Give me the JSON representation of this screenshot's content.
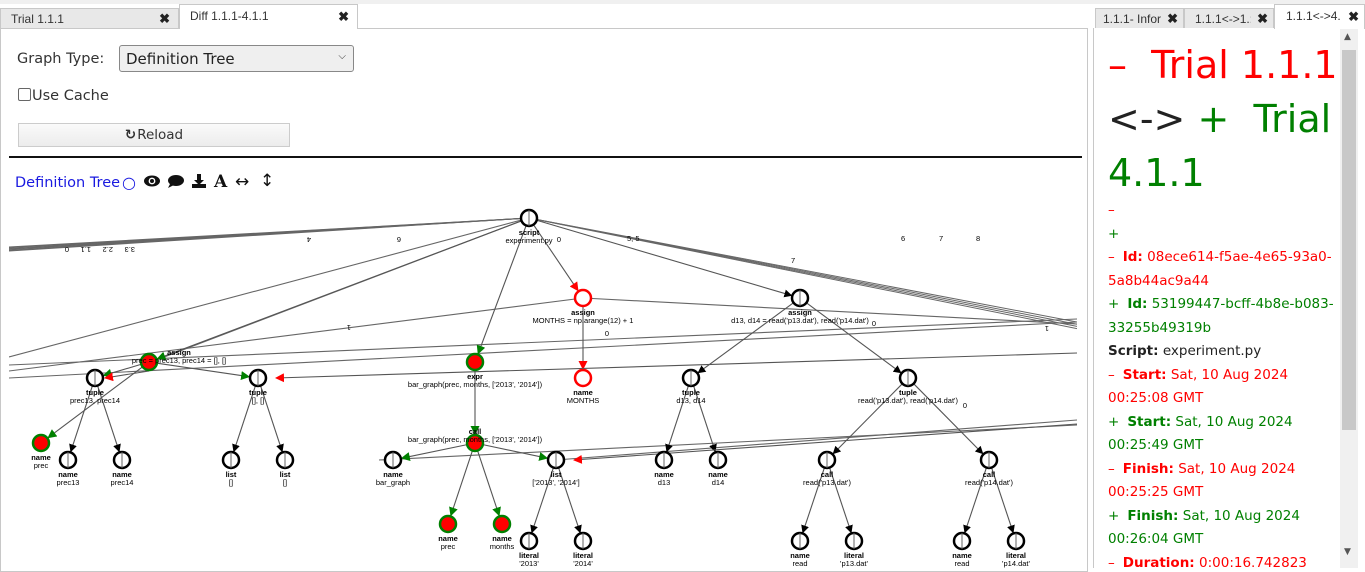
{
  "left_tabs": [
    {
      "label": "Trial 1.1.1",
      "active": false
    },
    {
      "label": "Diff 1.1.1-4.1.1",
      "active": true
    }
  ],
  "right_tabs": [
    {
      "label": "1.1.1- Infor",
      "active": false
    },
    {
      "label": "1.1.1<->1.:",
      "active": false
    },
    {
      "label": "1.1.1<->4.",
      "active": true
    }
  ],
  "close_glyph": "✖",
  "graph_type": {
    "label": "Graph Type:",
    "selected": "Definition Tree"
  },
  "use_cache": {
    "label": "Use Cache",
    "checked": false
  },
  "reload_label": "Reload",
  "graph_title": "Definition Tree",
  "toolbar_icons": [
    "circle-icon",
    "eye-icon",
    "comment-icon",
    "download-icon",
    "font-icon",
    "horizontal-arrows-icon",
    "vertical-arrows-icon"
  ],
  "colors": {
    "removed": "#ff0000",
    "added": "#008000",
    "title_blue": "#1a1ae0"
  },
  "diff_info": {
    "title_minus": "–",
    "title_left": "Trial 1.1.1",
    "title_arrow": "<->",
    "title_plus": "+",
    "title_right_1": "Trial",
    "title_right_2": "4.1.1",
    "blank_minus": "–",
    "blank_plus": "+",
    "rows": [
      {
        "sign": "–",
        "key": "Id:",
        "value": "08ece614-f5ae-4e65-93a0-5a8b44ac9a44",
        "kind": "removed"
      },
      {
        "sign": "+",
        "key": "Id:",
        "value": "53199447-bcff-4b8e-b083-33255b49319b",
        "kind": "added"
      },
      {
        "sign": "",
        "key": "Script:",
        "value": "experiment.py",
        "kind": "same"
      },
      {
        "sign": "–",
        "key": "Start:",
        "value": "Sat, 10 Aug 2024 00:25:08 GMT",
        "kind": "removed"
      },
      {
        "sign": "+",
        "key": "Start:",
        "value": "Sat, 10 Aug 2024 00:25:49 GMT",
        "kind": "added"
      },
      {
        "sign": "–",
        "key": "Finish:",
        "value": "Sat, 10 Aug 2024 00:25:25 GMT",
        "kind": "removed"
      },
      {
        "sign": "+",
        "key": "Finish:",
        "value": "Sat, 10 Aug 2024 00:26:04 GMT",
        "kind": "added"
      },
      {
        "sign": "–",
        "key": "Duration:",
        "value": "0:00:16.742823",
        "kind": "removed"
      }
    ]
  },
  "tree": {
    "nodes": [
      {
        "id": "script",
        "type": "script",
        "label": "experiment.py",
        "status": "same"
      },
      {
        "id": "assign_months",
        "type": "assign",
        "label": "MONTHS = np.arange(12) + 1",
        "status": "removed"
      },
      {
        "id": "name_months_upper",
        "type": "name",
        "label": "MONTHS",
        "status": "removed"
      },
      {
        "id": "assign_prec",
        "type": "assign",
        "label": "prec = prec13, prec14 = [], []",
        "status": "added"
      },
      {
        "id": "tuple_prec",
        "type": "tuple",
        "label": "prec13, prec14",
        "status": "same"
      },
      {
        "id": "tuple_lists",
        "type": "tuple",
        "label": "[], []",
        "status": "same"
      },
      {
        "id": "name_prec_a",
        "type": "name",
        "label": "prec",
        "status": "added"
      },
      {
        "id": "name_prec13",
        "type": "name",
        "label": "prec13",
        "status": "same"
      },
      {
        "id": "name_prec14",
        "type": "name",
        "label": "prec14",
        "status": "same"
      },
      {
        "id": "list_a",
        "type": "list",
        "label": "[]",
        "status": "same"
      },
      {
        "id": "list_b",
        "type": "list",
        "label": "[]",
        "status": "same"
      },
      {
        "id": "expr",
        "type": "expr",
        "label": "bar_graph(prec, months, ['2013', '2014'])",
        "status": "added"
      },
      {
        "id": "call_bar",
        "type": "call",
        "label": "bar_graph(prec, months, ['2013', '2014'])",
        "status": "added"
      },
      {
        "id": "name_bar_graph",
        "type": "name",
        "label": "bar_graph",
        "status": "same"
      },
      {
        "id": "list_years",
        "type": "list",
        "label": "['2013', '2014']",
        "status": "same"
      },
      {
        "id": "name_prec_b",
        "type": "name",
        "label": "prec",
        "status": "added"
      },
      {
        "id": "name_months",
        "type": "name",
        "label": "months",
        "status": "added"
      },
      {
        "id": "lit_2013",
        "type": "literal",
        "label": "'2013'",
        "status": "same"
      },
      {
        "id": "lit_2014",
        "type": "literal",
        "label": "'2014'",
        "status": "same"
      },
      {
        "id": "assign_d",
        "type": "assign",
        "label": "d13, d14 = read('p13.dat'), read('p14.dat')",
        "status": "same"
      },
      {
        "id": "tuple_d",
        "type": "tuple",
        "label": "d13, d14",
        "status": "same"
      },
      {
        "id": "tuple_read",
        "type": "tuple",
        "label": "read('p13.dat'), read('p14.dat')",
        "status": "same"
      },
      {
        "id": "name_d13",
        "type": "name",
        "label": "d13",
        "status": "same"
      },
      {
        "id": "name_d14",
        "type": "name",
        "label": "d14",
        "status": "same"
      },
      {
        "id": "call_r13",
        "type": "call",
        "label": "read('p13.dat')",
        "status": "same"
      },
      {
        "id": "call_r14",
        "type": "call",
        "label": "read('p14.dat')",
        "status": "same"
      },
      {
        "id": "name_read_a",
        "type": "name",
        "label": "read",
        "status": "same"
      },
      {
        "id": "lit_p13",
        "type": "literal",
        "label": "'p13.dat'",
        "status": "same"
      },
      {
        "id": "name_read_b",
        "type": "name",
        "label": "read",
        "status": "same"
      },
      {
        "id": "lit_p14",
        "type": "literal",
        "label": "'p14.dat'",
        "status": "same"
      }
    ],
    "edge_labels": [
      "0",
      "1.1",
      "2.2",
      "3.3",
      "4",
      "6",
      "5, 5",
      "7",
      "6",
      "7",
      "8",
      "1",
      "0",
      "0",
      "0",
      "1",
      "0"
    ]
  }
}
